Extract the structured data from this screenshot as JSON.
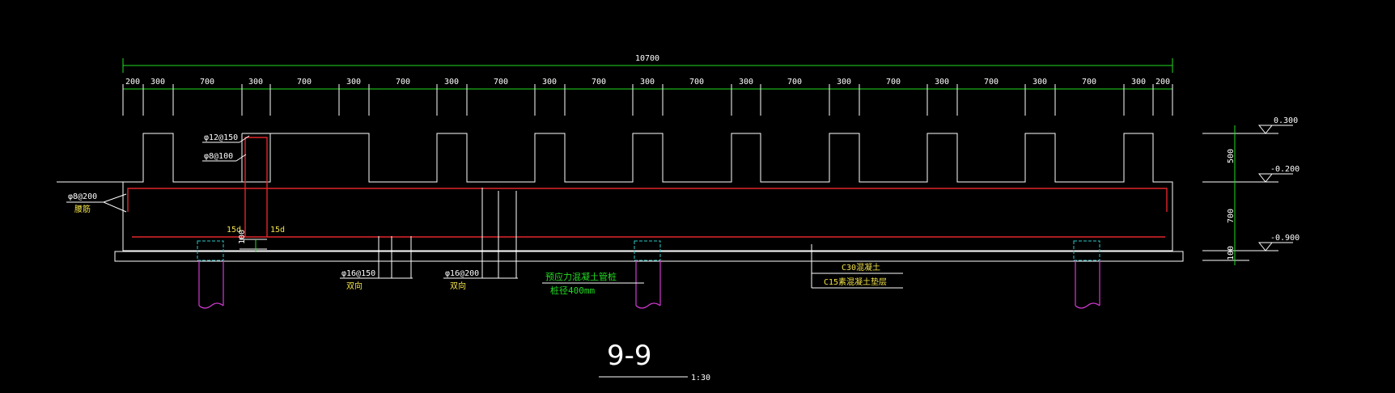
{
  "colors": {
    "background": "#000000",
    "linework": "#ffffff",
    "rebar": "#e0262b",
    "text_yellow": "#f2e24a",
    "text_green": "#22dd22",
    "pile": "#d23ad2",
    "pile_cap_dashed": "#2fc6c6"
  },
  "dimensions": {
    "overall": "10700",
    "segments": [
      "200",
      "300",
      "700",
      "300",
      "700",
      "300",
      "700",
      "300",
      "700",
      "300",
      "700",
      "300",
      "700",
      "300",
      "700",
      "300",
      "700",
      "300",
      "700",
      "300",
      "700",
      "300",
      "200"
    ],
    "vertical": [
      "500",
      "700",
      "100",
      "100"
    ]
  },
  "elevations": [
    "0.300",
    "-0.200",
    "-0.900"
  ],
  "rebar_labels": {
    "top_stirrup": "φ12@150",
    "top_distribution": "φ8@100",
    "side_bar": "φ8@200",
    "side_bar_note": "腰筋",
    "anchorage_left": "15d",
    "anchorage_right": "15d",
    "bottom_bar_1": "φ16@150",
    "bottom_bar_1_note": "双向",
    "bottom_bar_2": "φ16@200",
    "bottom_bar_2_note": "双向"
  },
  "notes": {
    "pile_type": "预应力混凝土管桩",
    "pile_diameter": "桩径400mm",
    "concrete": "C30混凝土",
    "cushion": "C15素混凝土垫层"
  },
  "section": {
    "title": "9-9",
    "scale": "1:30"
  }
}
